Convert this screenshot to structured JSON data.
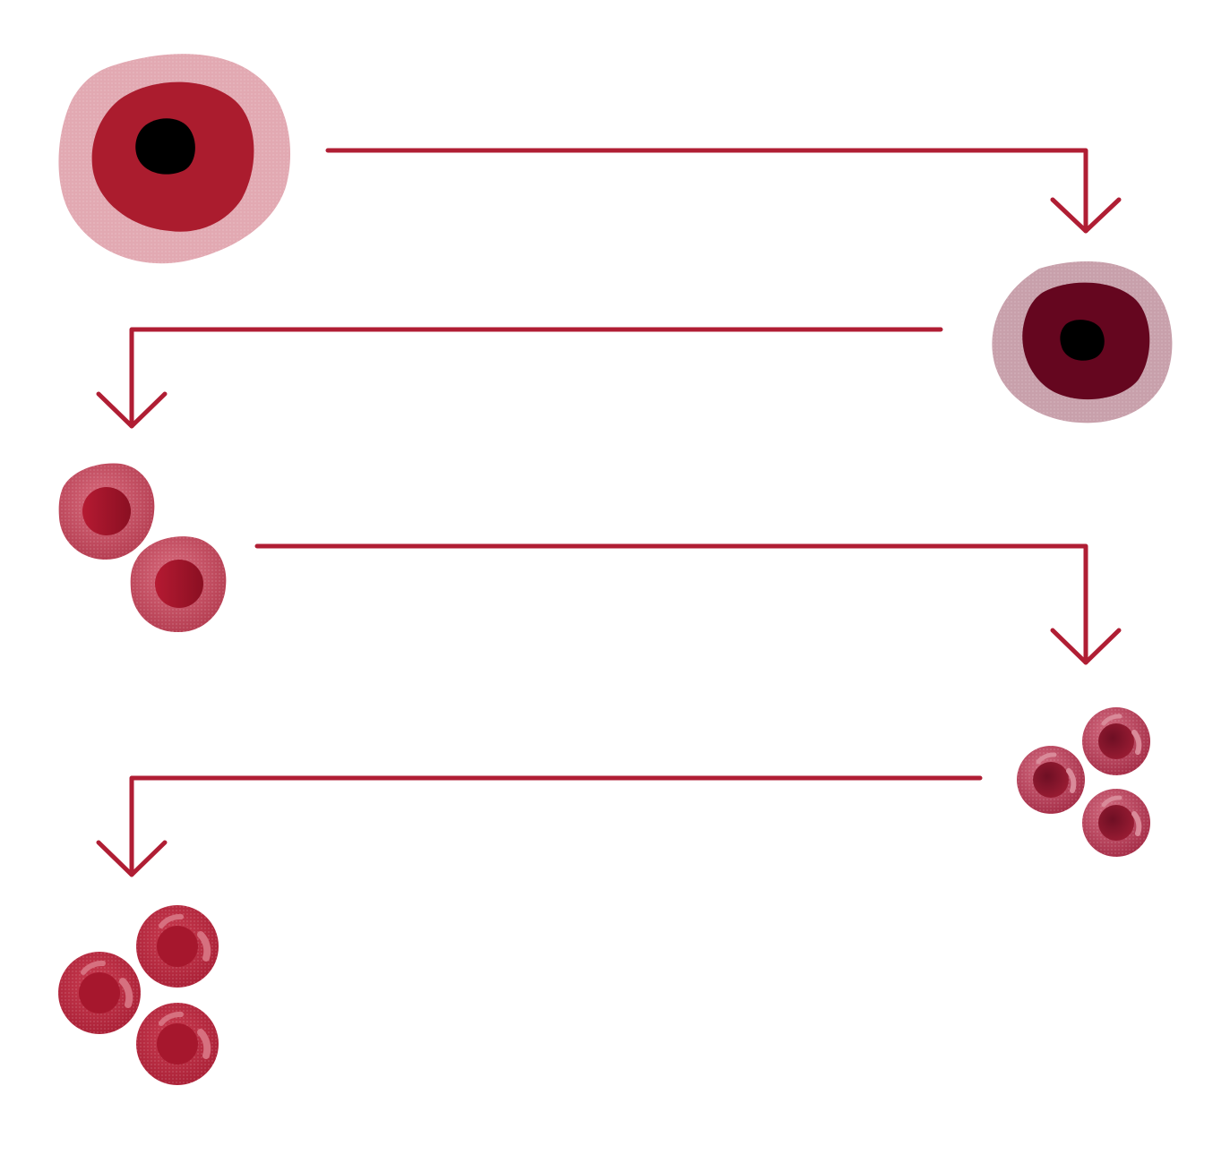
{
  "diagram": {
    "type": "cell-differentiation-flow",
    "stages": [
      {
        "id": "stage-1",
        "cell_count": 1,
        "nucleus": "black",
        "cytoplasm": "red",
        "halo": "light-pink"
      },
      {
        "id": "stage-2",
        "cell_count": 1,
        "nucleus": "black",
        "cytoplasm": "dark-maroon",
        "halo": "mauve"
      },
      {
        "id": "stage-3",
        "cell_count": 2,
        "nucleus": "none",
        "center": "dark-red"
      },
      {
        "id": "stage-4",
        "cell_count": 3,
        "nucleus": "none",
        "center": "dark-red"
      },
      {
        "id": "stage-5",
        "cell_count": 3,
        "nucleus": "none",
        "center": "red"
      }
    ],
    "arrows": [
      {
        "from": "stage-1",
        "to": "stage-2"
      },
      {
        "from": "stage-2",
        "to": "stage-3"
      },
      {
        "from": "stage-3",
        "to": "stage-4"
      },
      {
        "from": "stage-4",
        "to": "stage-5"
      }
    ]
  },
  "colors": {
    "arrow": "#b01e34",
    "nucleus": "#000000",
    "cytoplasm_red": "#ab1c2e",
    "cytoplasm_maroon": "#65061f",
    "halo_pink": "#e2a9b2",
    "halo_mauve": "#c8a0ab",
    "rbc_outer": "#c24a5c",
    "rbc_center": "#981228"
  }
}
